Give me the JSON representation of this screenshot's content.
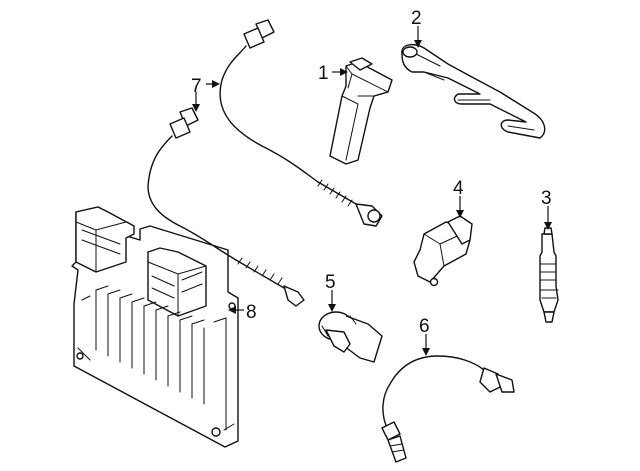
{
  "callouts": [
    {
      "id": "1",
      "label": "1"
    },
    {
      "id": "2",
      "label": "2"
    },
    {
      "id": "3",
      "label": "3"
    },
    {
      "id": "4",
      "label": "4"
    },
    {
      "id": "5",
      "label": "5"
    },
    {
      "id": "6",
      "label": "6"
    },
    {
      "id": "7",
      "label": "7"
    },
    {
      "id": "8",
      "label": "8"
    }
  ],
  "parts": [
    {
      "callout": "1",
      "icon": "ignition-coil-icon"
    },
    {
      "callout": "2",
      "icon": "coil-bracket-icon"
    },
    {
      "callout": "3",
      "icon": "spark-plug-icon"
    },
    {
      "callout": "4",
      "icon": "crankshaft-sensor-icon"
    },
    {
      "callout": "5",
      "icon": "camshaft-sensor-icon"
    },
    {
      "callout": "6",
      "icon": "oxygen-sensor-front-icon"
    },
    {
      "callout": "7",
      "icon": "oxygen-sensor-rear-icon"
    },
    {
      "callout": "8",
      "icon": "engine-control-module-icon"
    }
  ]
}
